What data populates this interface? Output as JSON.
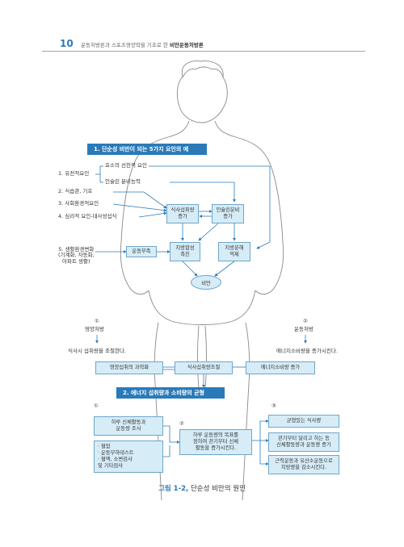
{
  "header": {
    "page_number": "10",
    "running_title": "운동처방론과 스포츠영양학을 기초로 한",
    "running_title_bold": "비만운동처방론"
  },
  "section1": {
    "banner": "1. 단순성 비만이 되는 5가지 요인의 예",
    "factors": {
      "f1": "1. 유전적요인",
      "f1a": "효소의 선천적 요인",
      "f1b": "인슐린 분비능력",
      "f2": "2. 식습관, 기호",
      "f3": "3. 사회환경적요인",
      "f4": "4. 심리적 요인-대사성섭식",
      "f5": "5. 생활환경변화\n(기계화, 자동화,\n아파트 생활)"
    },
    "boxes": {
      "intake": "식사섭취량\n증가",
      "insulin": "인슐린분비\n증가",
      "exercise_lack": "운동부족",
      "fat_synthesis": "지방합성\n촉진",
      "fat_breakdown": "지방분해\n억제"
    },
    "obesity": "비만"
  },
  "middle": {
    "c1": "①",
    "c1_label": "영양처방",
    "c1_desc": "식사시 섭취량을 조절한다.",
    "c2": "②",
    "c2_label": "운동처방",
    "c2_desc": "에너지소비량을 증가시킨다.",
    "bar_left": "영양섭취의 과학화",
    "bar_mid": "식사섭취량조절",
    "bar_right": "에너지소비량 증가"
  },
  "section2": {
    "banner": "2. 에너지 섭취량과 소비량의 균형",
    "n1": "①",
    "n2": "②",
    "n3": "③",
    "daily_survey": "하루 신체활동과\n운동량 조사",
    "tests": "· 혈압\n· 운동부하테스트\n· 혈액, 소변검사\n  및 기타검사",
    "target": "하루 운동량의 목표를\n정하여 걷기부터 신체\n활동을 증가시킨다.",
    "balanced_diet": "균형있는 식사량",
    "walking": "걷기부터 달리고 하는 등\n신체활동량과 운동량 증가",
    "strength": "근력운동과 유산소운동으로\n지방량을 감소시킨다."
  },
  "caption": {
    "label": "그림 1-2,",
    "text": "단순성 비만의 원인"
  }
}
